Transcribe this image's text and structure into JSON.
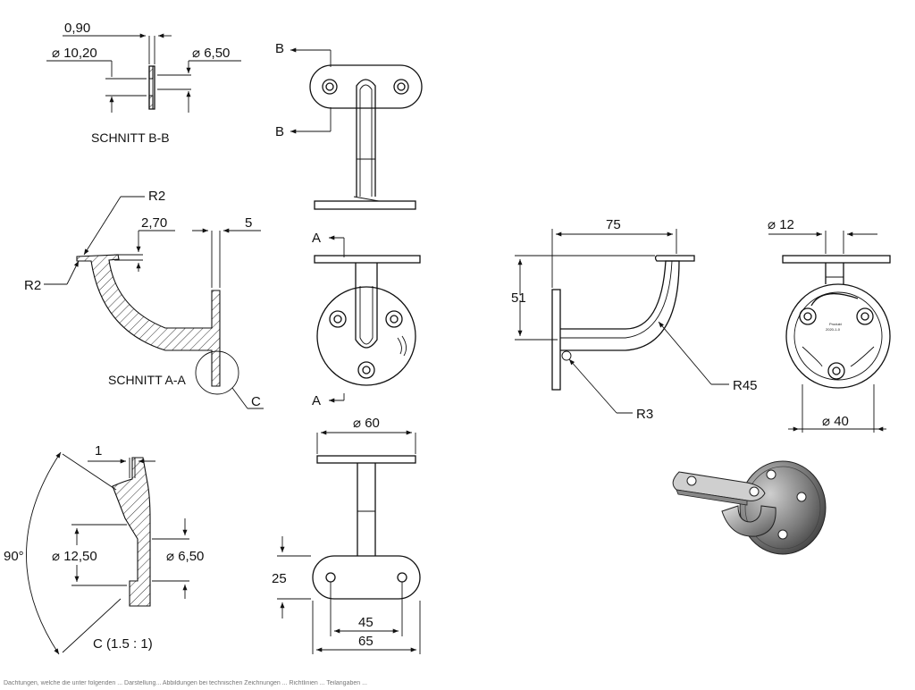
{
  "views": {
    "section_bb": {
      "title": "SCHNITT B-B",
      "dim_thickness": "0,90",
      "dim_outer": "⌀ 10,20",
      "dim_inner": "⌀ 6,50"
    },
    "section_aa": {
      "title": "SCHNITT A-A",
      "radius_top": "R2",
      "radius_left": "R2",
      "dim_depth": "2,70",
      "dim_plate": "5",
      "detail_ref": "C"
    },
    "detail_c": {
      "title": "C (1.5 : 1)",
      "dim_step": "1",
      "angle": "90°",
      "dim_outer": "⌀ 12,50",
      "dim_inner": "⌀ 6,50"
    },
    "top_view": {
      "cut_label_top": "B",
      "cut_label_bottom": "B"
    },
    "front_view": {
      "cut_label_top": "A",
      "cut_label_bottom": "A"
    },
    "bottom_view": {
      "dim_diameter": "⌀ 60",
      "dim_height": "25",
      "dim_hole_spacing": "45",
      "dim_length": "65"
    },
    "side_view": {
      "dim_reach": "75",
      "dim_height": "51",
      "radius_small": "R3",
      "radius_large": "R45"
    },
    "end_view": {
      "dim_tube": "⌀ 12",
      "dim_plate": "⌀ 40",
      "engraving": [
        "Produkt",
        "2020-1-0"
      ]
    }
  },
  "footer_text": "Dachtungen, welche die unter folgenden ... Darstellung... Abbildungen bei technischen Zeichnungen ... Richtlinien ... Teilangaben ..."
}
